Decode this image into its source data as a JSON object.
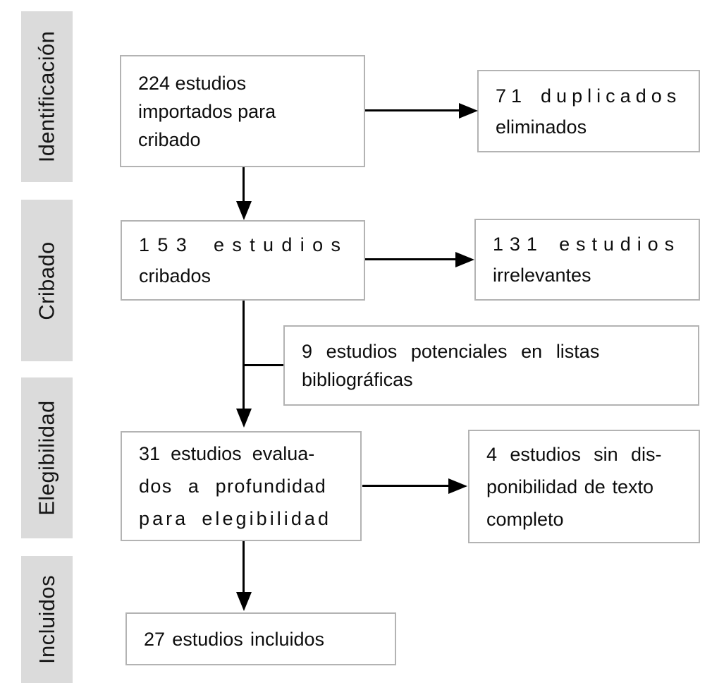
{
  "stages": [
    {
      "label": "Identificación"
    },
    {
      "label": "Cribado"
    },
    {
      "label": "Elegibilidad"
    },
    {
      "label": "Incluidos"
    }
  ],
  "boxes": {
    "imported": {
      "count": 224,
      "text": "224 estudios importados para cribado",
      "lines": [
        "224 estudios",
        "importados para",
        "cribado"
      ]
    },
    "duplicates": {
      "count": 71,
      "text": "71 duplicados eliminados",
      "lines": [
        "71 duplicados",
        "eliminados"
      ]
    },
    "screened": {
      "count": 153,
      "text": "153 estudios cribados",
      "lines": [
        "153 estudios",
        "cribados"
      ]
    },
    "irrelevant": {
      "count": 131,
      "text": "131 estudios irrelevantes",
      "lines": [
        "131 estudios",
        "irrelevantes"
      ]
    },
    "potential": {
      "count": 9,
      "text": "9 estudios potenciales en listas bibliográficas",
      "lines": [
        "9 estudios potenciales en listas",
        "bibliográficas"
      ]
    },
    "assessed": {
      "count": 31,
      "text": "31 estudios evaluados a profundidad para elegibilidad",
      "lines": [
        "31 estudios evalua-",
        "dos a profundidad",
        "para elegibilidad"
      ]
    },
    "no_fulltext": {
      "count": 4,
      "text": "4 estudios sin disponibilidad de texto completo",
      "lines": [
        "4 estudios sin dis-",
        "ponibilidad de texto",
        "completo"
      ]
    },
    "included": {
      "count": 27,
      "text": "27 estudios incluidos",
      "lines": [
        "27 estudios incluidos"
      ]
    }
  },
  "colors": {
    "background": "#ffffff",
    "stage_bg": "#dbdbdb",
    "box_border": "#b3b3b3",
    "connector": "#000000",
    "text": "#0d0d0d"
  }
}
